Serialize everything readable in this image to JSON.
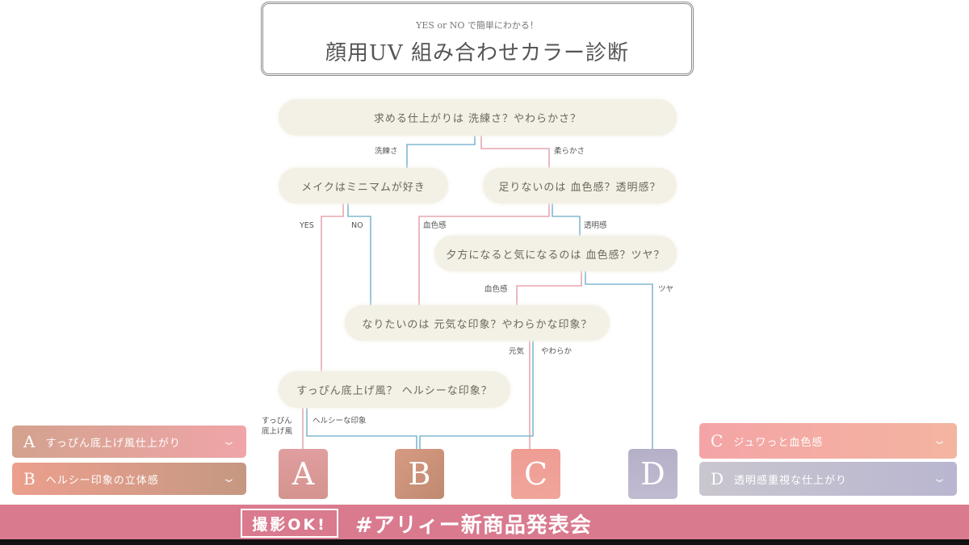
{
  "header": {
    "subtitle": "YES or NO で簡単にわかる！",
    "title": "顔用UV 組み合わせカラー診断"
  },
  "questions": {
    "q1": "求める仕上がりは 洗練さ？やわらかさ？",
    "q2a": "メイクはミニマムが好き",
    "q2b": "足りないのは 血色感？透明感？",
    "q3": "夕方になると気になるのは 血色感？ツヤ？",
    "q4": "なりたいのは 元気な印象？やわらかな印象？",
    "q5": "すっぴん底上げ風？ ヘルシーな印象？"
  },
  "branches": {
    "q1_left": "洗練さ",
    "q1_right": "柔らかさ",
    "q2a_yes": "YES",
    "q2a_no": "NO",
    "q2b_left": "血色感",
    "q2b_right": "透明感",
    "q3_left": "血色感",
    "q3_right": "ツヤ",
    "q4_left": "元気",
    "q4_right": "やわらか",
    "q5_left_1": "すっぴん",
    "q5_left_2": "底上げ風",
    "q5_right": "ヘルシーな印象"
  },
  "results": [
    {
      "letter": "A",
      "color": "#d99a98"
    },
    {
      "letter": "B",
      "color": "#c98f78"
    },
    {
      "letter": "C",
      "color": "#ef9d94"
    },
    {
      "letter": "D",
      "color": "#b8b3c9"
    }
  ],
  "accordions": [
    {
      "letter": "A",
      "label": "すっぴん底上げ風仕上がり"
    },
    {
      "letter": "B",
      "label": "ヘルシー印象の立体感"
    },
    {
      "letter": "C",
      "label": "ジュワっと血色感"
    },
    {
      "letter": "D",
      "label": "透明感重視な仕上がり"
    }
  ],
  "footer": {
    "badge": "撮影OK!",
    "hashtag": "#アリィー新商品発表会"
  },
  "colors": {
    "pink_line": "#e8a6b0",
    "blue_line": "#80b8d2",
    "bar": "#d97a8e"
  }
}
